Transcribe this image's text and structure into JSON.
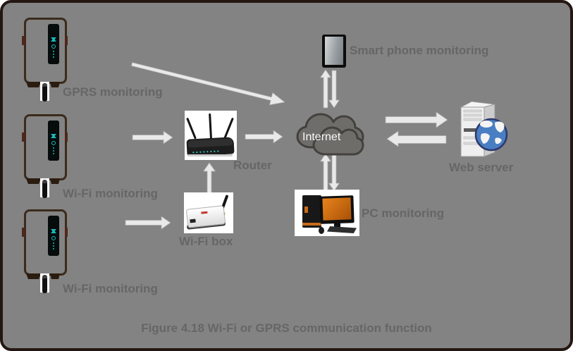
{
  "figure": {
    "caption": "Figure 4.18 Wi-Fi or GPRS communication function"
  },
  "nodes": {
    "inverter_gprs": {
      "label": "GPRS monitoring",
      "type": "solar-inverter-with-gprs-stick"
    },
    "inverter_wifi_1": {
      "label": "Wi-Fi monitoring",
      "type": "solar-inverter-with-wifi-stick"
    },
    "inverter_wifi_2": {
      "label": "Wi-Fi monitoring",
      "type": "solar-inverter-with-wifi-stick"
    },
    "router": {
      "label": "Router",
      "type": "wireless-router"
    },
    "wifi_box": {
      "label": "Wi-Fi box",
      "type": "wifi-adapter-box"
    },
    "smartphone": {
      "label": "Smart phone monitoring",
      "type": "smartphone"
    },
    "internet": {
      "label": "Internet",
      "type": "cloud"
    },
    "pc": {
      "label": "PC monitoring",
      "type": "desktop-computer"
    },
    "web_server": {
      "label": "Web server",
      "type": "server-with-globe"
    }
  },
  "connections": [
    {
      "from": "inverter_gprs",
      "to": "internet",
      "direction": "one-way"
    },
    {
      "from": "inverter_wifi_1",
      "to": "router",
      "direction": "one-way"
    },
    {
      "from": "inverter_wifi_2",
      "to": "wifi_box",
      "direction": "one-way"
    },
    {
      "from": "wifi_box",
      "to": "router",
      "direction": "one-way"
    },
    {
      "from": "router",
      "to": "internet",
      "direction": "one-way"
    },
    {
      "from": "internet",
      "to": "smartphone",
      "direction": "two-way"
    },
    {
      "from": "internet",
      "to": "pc",
      "direction": "two-way"
    },
    {
      "from": "internet",
      "to": "web_server",
      "direction": "two-way"
    }
  ],
  "colors": {
    "background": "#838383",
    "frame": "#241712",
    "label_text": "#666666",
    "arrow_fill": "#e9e9e9",
    "cloud_fill": "#6f6d69",
    "cloud_stroke": "#42413d",
    "inverter_outline": "#3b2b1c",
    "display_accent": "#17bdbd",
    "pc_screen_accent": "#e8831c",
    "globe_blue": "#4a7ec2"
  }
}
